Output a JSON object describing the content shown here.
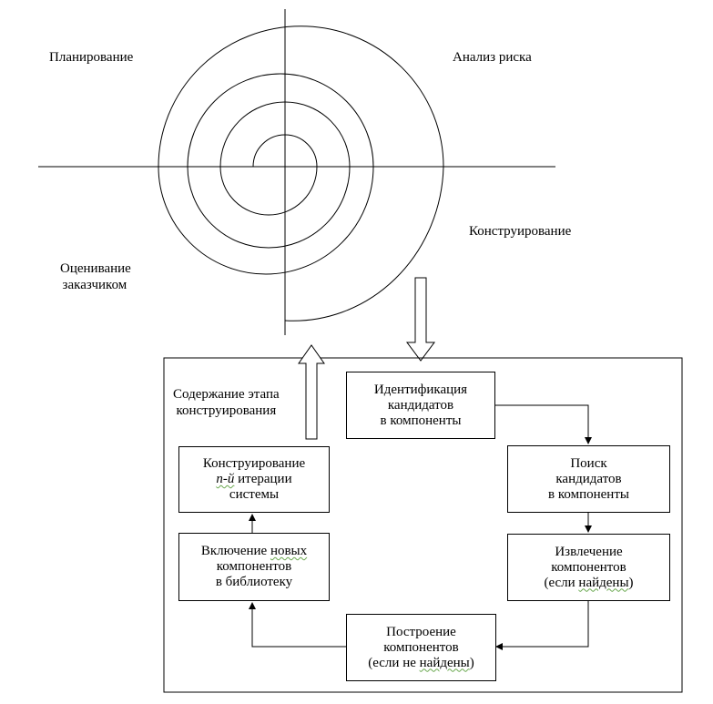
{
  "quadrants": {
    "top_left": "Планирование",
    "top_right": "Анализ риска",
    "right": "Конструирование",
    "bottom_left_line1": "Оценивание",
    "bottom_left_line2": "заказчиком"
  },
  "phase_label": {
    "line1": "Содержание этапа",
    "line2": "конструирования"
  },
  "boxes": {
    "identify": {
      "line1": "Идентификация",
      "line2": "кандидатов",
      "line3": "в компоненты"
    },
    "search": {
      "line1": "Поиск",
      "line2": "кандидатов",
      "line3": "в компоненты"
    },
    "extract": {
      "line1": "Извлечение",
      "line2": "компонентов",
      "line3_a": "(если ",
      "line3_b": "найдены",
      "line3_c": ")"
    },
    "build": {
      "line1": "Построение",
      "line2": "компонентов",
      "line3_a": "(если не ",
      "line3_b": "найдены",
      "line3_c": ")"
    },
    "include": {
      "line1_a": "Включение ",
      "line1_b": "новых",
      "line2": "компонентов",
      "line3": "в библиотеку"
    },
    "construct": {
      "line1": "Конструирование",
      "line2_a": "n-й",
      "line2_b": " итерации",
      "line3": "системы"
    }
  },
  "colors": {
    "stroke": "#000000",
    "spellcheck_underline": "#6aa84f"
  }
}
